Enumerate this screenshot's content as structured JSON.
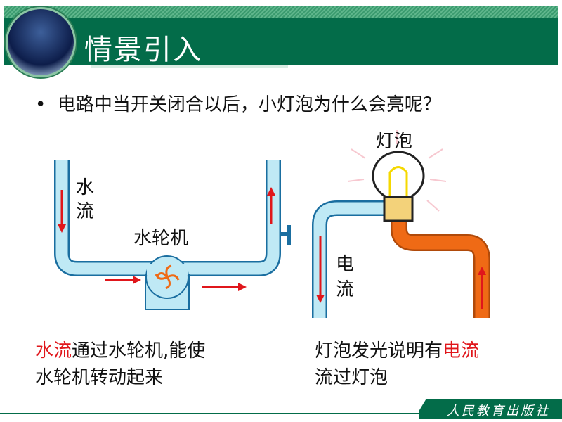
{
  "header": {
    "title": "情景引入"
  },
  "bullet": "电路中当开关闭合以后，小灯泡为什么会亮呢？",
  "left_diagram": {
    "label_flow": "水\n流",
    "label_flow_1": "水",
    "label_flow_2": "流",
    "label_turbine": "水轮机"
  },
  "right_diagram": {
    "label_bulb": "灯泡",
    "label_current_1": "电",
    "label_current_2": "流"
  },
  "caption_left": {
    "highlight": "水流",
    "line1_rest": "通过水轮机,能使",
    "line2": "水轮机转动起来"
  },
  "caption_right": {
    "line1_start": "灯泡发光说明有",
    "highlight": "电流",
    "line2": "流过灯泡"
  },
  "footer": {
    "publisher": "人民教育出版社"
  },
  "colors": {
    "header": "#036c49",
    "pipe": "#bfe9f5",
    "pipe_outline": "#1a6ea0",
    "current_pipe": "#ef6a15",
    "arrow": "#e0161b"
  }
}
